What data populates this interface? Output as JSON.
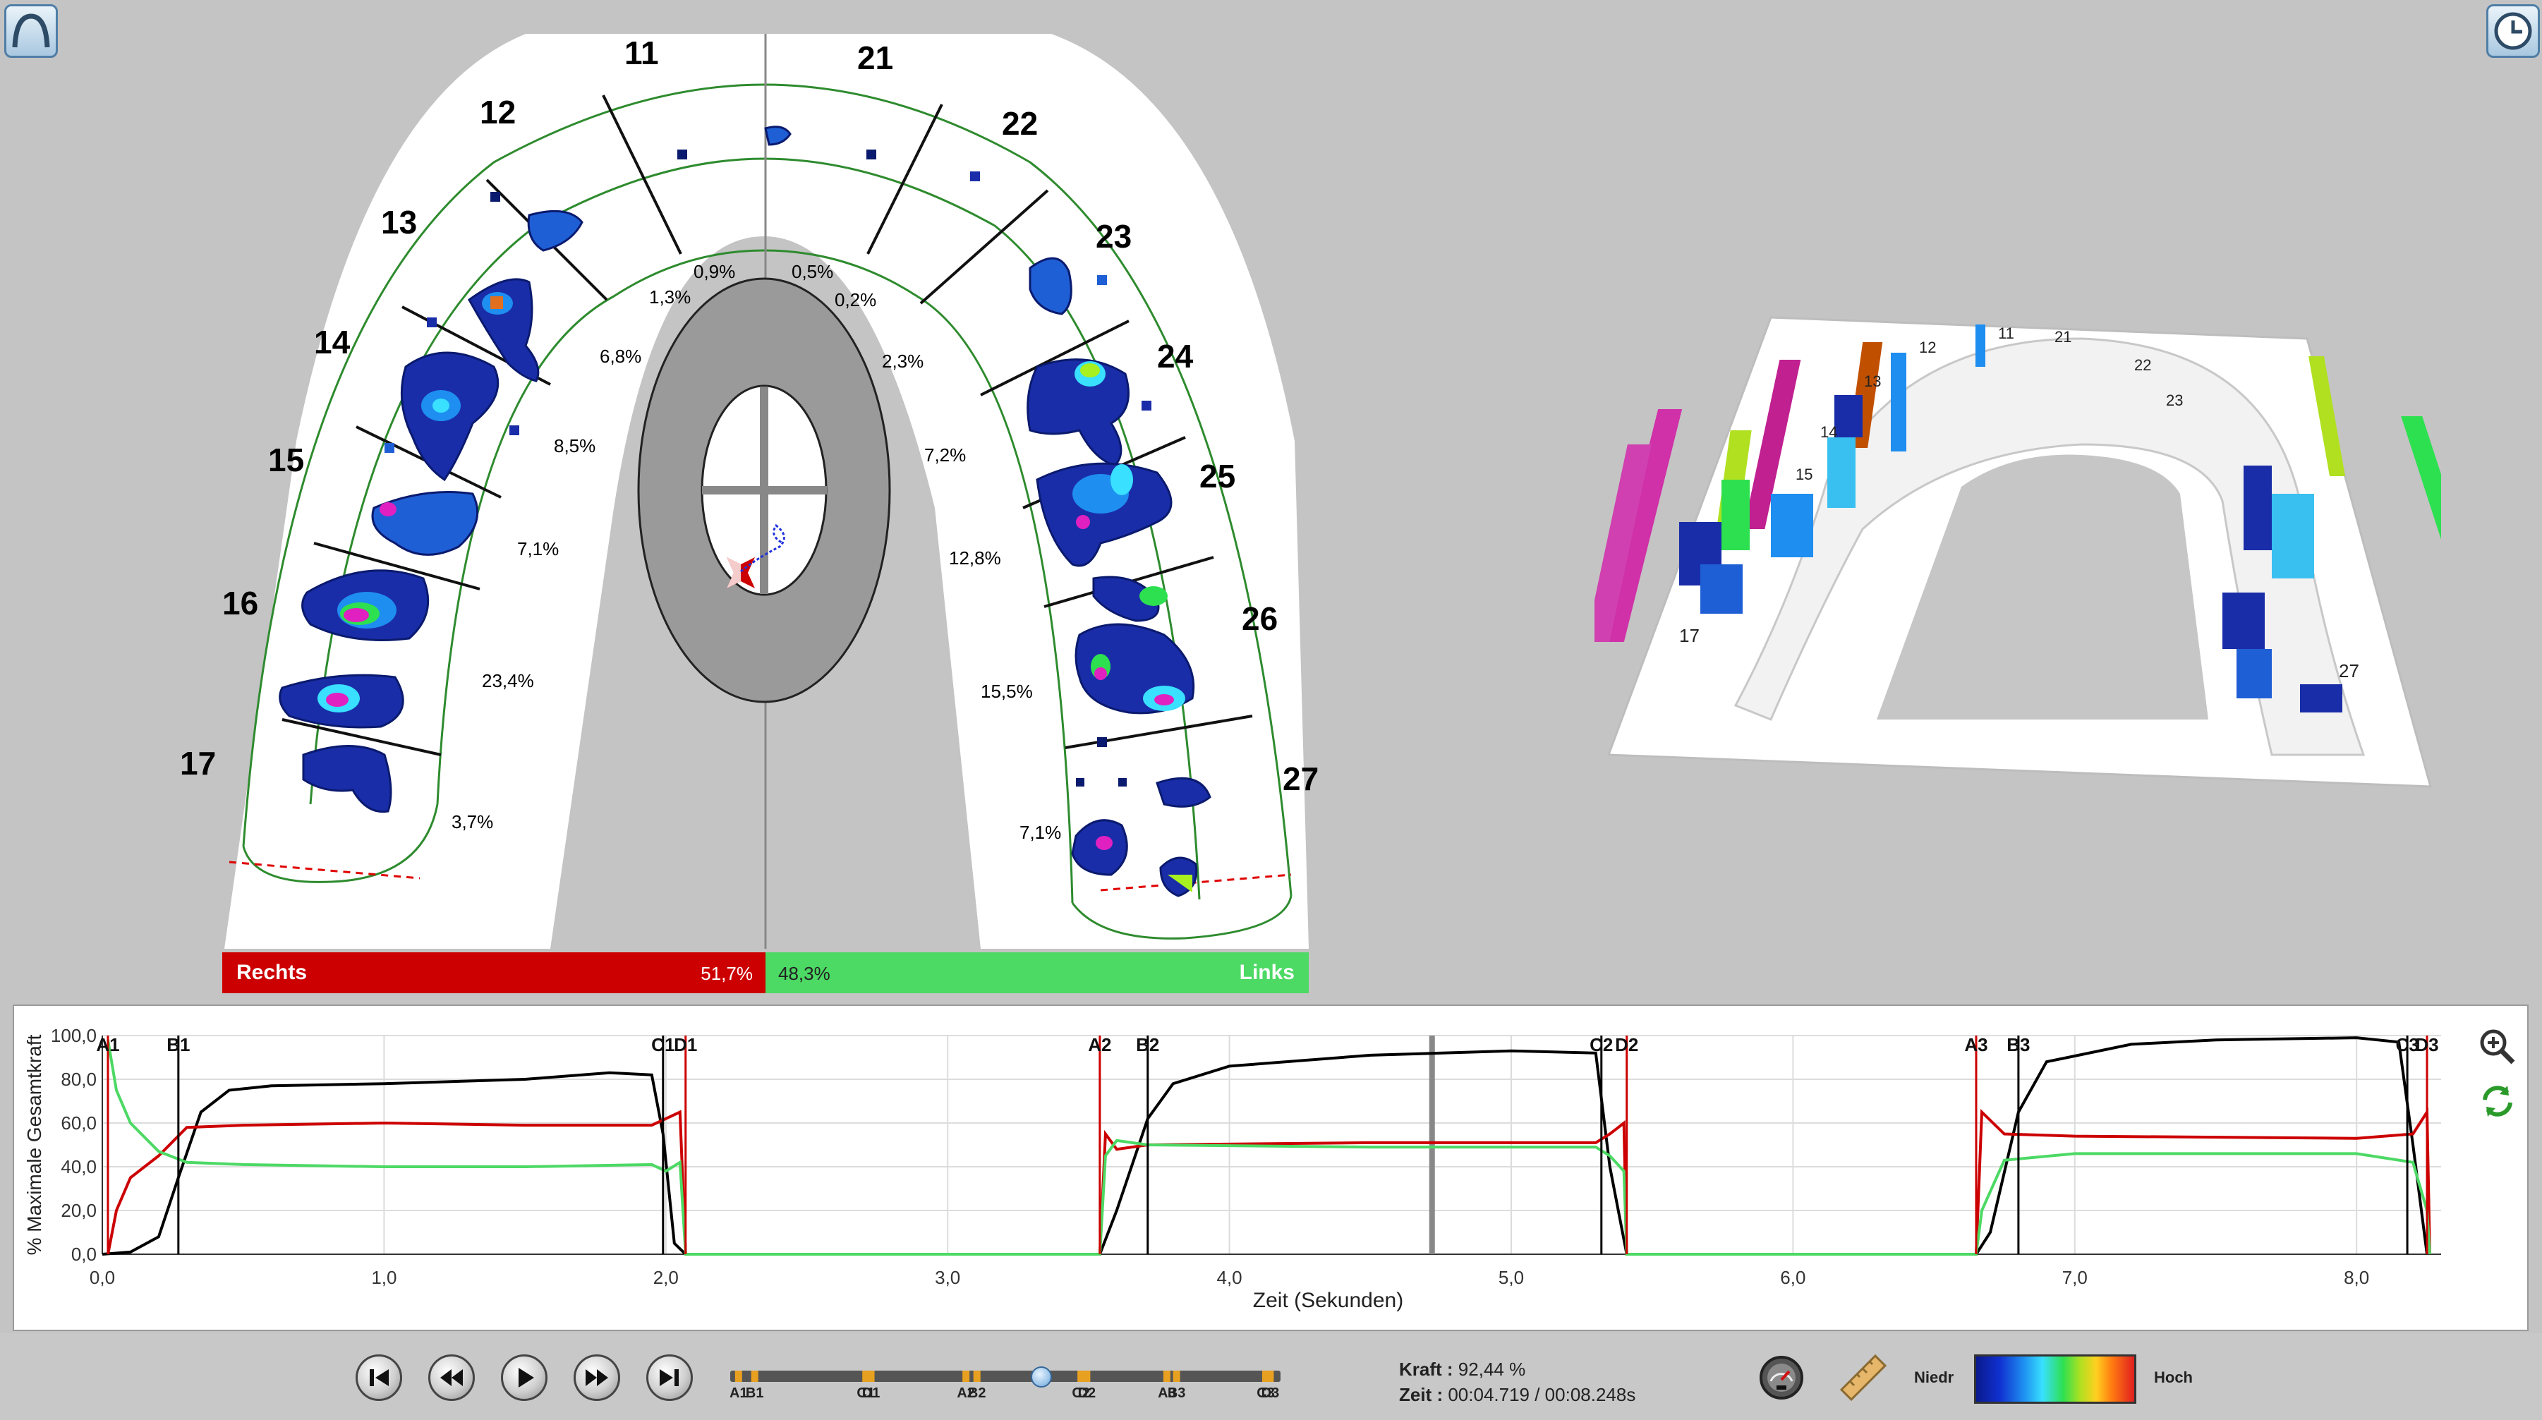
{
  "tooth_numbers": [
    "11",
    "12",
    "13",
    "14",
    "15",
    "16",
    "17",
    "21",
    "22",
    "23",
    "24",
    "25",
    "26",
    "27"
  ],
  "segment_percents": {
    "right": [
      "0,9%",
      "1,3%",
      "6,8%",
      "8,5%",
      "7,1%",
      "23,4%",
      "3,7%"
    ],
    "left": [
      "0,5%",
      "0,2%",
      "2,3%",
      "7,2%",
      "12,8%",
      "15,5%",
      "7,1%"
    ]
  },
  "balance": {
    "right_label": "Rechts",
    "right_value": "51,7%",
    "left_value": "48,3%",
    "left_label": "Links",
    "right_color": "#cc0000",
    "left_color": "#4cd964"
  },
  "view3d_tooth_labels": [
    "11",
    "12",
    "13",
    "14",
    "15",
    "17",
    "21",
    "22",
    "23",
    "27"
  ],
  "chart_data": {
    "type": "line",
    "xlabel": "Zeit (Sekunden)",
    "ylabel": "% Maximale Gesamtkraft",
    "xlim": [
      0,
      8.3
    ],
    "ylim": [
      0,
      100
    ],
    "x_ticks": [
      "0,0",
      "1,0",
      "2,0",
      "3,0",
      "4,0",
      "5,0",
      "6,0",
      "7,0",
      "8,0"
    ],
    "y_ticks": [
      "0,0",
      "20,0",
      "40,0",
      "60,0",
      "80,0",
      "100,0"
    ],
    "markers": [
      {
        "label": "A1",
        "x": 0.02
      },
      {
        "label": "B1",
        "x": 0.27
      },
      {
        "label": "C1",
        "x": 1.99
      },
      {
        "label": "D1",
        "x": 2.07
      },
      {
        "label": "A2",
        "x": 3.54
      },
      {
        "label": "B2",
        "x": 3.71
      },
      {
        "label": "C2",
        "x": 5.32
      },
      {
        "label": "D2",
        "x": 5.41
      },
      {
        "label": "A3",
        "x": 6.65
      },
      {
        "label": "B3",
        "x": 6.8
      },
      {
        "label": "C3",
        "x": 8.18
      },
      {
        "label": "D3",
        "x": 8.25
      }
    ],
    "current_time": 4.719,
    "series": [
      {
        "color": "#000000",
        "points": [
          [
            0,
            0
          ],
          [
            0.1,
            1
          ],
          [
            0.2,
            8
          ],
          [
            0.27,
            35
          ],
          [
            0.35,
            65
          ],
          [
            0.45,
            75
          ],
          [
            0.6,
            77
          ],
          [
            1.0,
            78
          ],
          [
            1.5,
            80
          ],
          [
            1.8,
            83
          ],
          [
            1.95,
            82
          ],
          [
            1.99,
            55
          ],
          [
            2.03,
            5
          ],
          [
            2.07,
            0
          ],
          [
            3.54,
            0
          ],
          [
            3.6,
            20
          ],
          [
            3.71,
            62
          ],
          [
            3.8,
            78
          ],
          [
            4.0,
            86
          ],
          [
            4.5,
            91
          ],
          [
            5.0,
            93
          ],
          [
            5.3,
            92
          ],
          [
            5.35,
            40
          ],
          [
            5.41,
            0
          ],
          [
            6.65,
            0
          ],
          [
            6.7,
            10
          ],
          [
            6.8,
            65
          ],
          [
            6.9,
            88
          ],
          [
            7.2,
            96
          ],
          [
            7.5,
            98
          ],
          [
            8.0,
            99
          ],
          [
            8.15,
            97
          ],
          [
            8.2,
            50
          ],
          [
            8.25,
            0
          ]
        ]
      },
      {
        "color": "#cc0000",
        "points": [
          [
            0.02,
            0
          ],
          [
            0.05,
            20
          ],
          [
            0.1,
            35
          ],
          [
            0.2,
            45
          ],
          [
            0.3,
            58
          ],
          [
            0.5,
            59
          ],
          [
            1.0,
            60
          ],
          [
            1.5,
            59
          ],
          [
            1.95,
            59
          ],
          [
            2.0,
            62
          ],
          [
            2.05,
            65
          ],
          [
            2.07,
            0
          ],
          [
            3.54,
            0
          ],
          [
            3.56,
            55
          ],
          [
            3.6,
            48
          ],
          [
            3.71,
            50
          ],
          [
            4.5,
            51
          ],
          [
            5.3,
            51
          ],
          [
            5.35,
            55
          ],
          [
            5.4,
            60
          ],
          [
            5.41,
            0
          ],
          [
            6.65,
            0
          ],
          [
            6.67,
            65
          ],
          [
            6.75,
            55
          ],
          [
            7.0,
            54
          ],
          [
            8.0,
            53
          ],
          [
            8.2,
            55
          ],
          [
            8.25,
            65
          ],
          [
            8.26,
            0
          ]
        ]
      },
      {
        "color": "#4cd964",
        "points": [
          [
            0.02,
            98
          ],
          [
            0.05,
            75
          ],
          [
            0.1,
            60
          ],
          [
            0.2,
            47
          ],
          [
            0.3,
            42
          ],
          [
            0.5,
            41
          ],
          [
            1.0,
            40
          ],
          [
            1.5,
            40
          ],
          [
            1.95,
            41
          ],
          [
            2.0,
            38
          ],
          [
            2.05,
            42
          ],
          [
            2.07,
            0
          ],
          [
            3.54,
            0
          ],
          [
            3.56,
            45
          ],
          [
            3.6,
            52
          ],
          [
            3.71,
            50
          ],
          [
            4.5,
            49
          ],
          [
            5.3,
            49
          ],
          [
            5.35,
            45
          ],
          [
            5.4,
            38
          ],
          [
            5.41,
            0
          ],
          [
            6.65,
            0
          ],
          [
            6.67,
            20
          ],
          [
            6.75,
            43
          ],
          [
            7.0,
            46
          ],
          [
            8.0,
            46
          ],
          [
            8.2,
            42
          ],
          [
            8.25,
            20
          ],
          [
            8.26,
            0
          ]
        ]
      }
    ]
  },
  "playback": {
    "icons": [
      "skip-to-start-icon",
      "rewind-icon",
      "play-icon",
      "fast-forward-icon",
      "skip-to-end-icon"
    ],
    "timeline_labels": [
      "A1",
      "B1",
      "C1",
      "D1",
      "A2",
      "B2",
      "C2",
      "D2",
      "A3",
      "B3",
      "C3",
      "D3"
    ],
    "position": 0.568
  },
  "readouts": {
    "force_label": "Kraft :",
    "force_value": "92,44 %",
    "time_label": "Zeit :",
    "time_value": "00:04.719 / 00:08.248s"
  },
  "scale": {
    "low_label": "Niedr",
    "high_label": "Hoch"
  },
  "icons": {
    "top_left": "dental-arch-icon",
    "top_right": "clock-icon",
    "zoom": "zoom-in-icon",
    "refresh": "refresh-icon",
    "gauge": "gauge-icon",
    "ruler": "ruler-icon"
  }
}
